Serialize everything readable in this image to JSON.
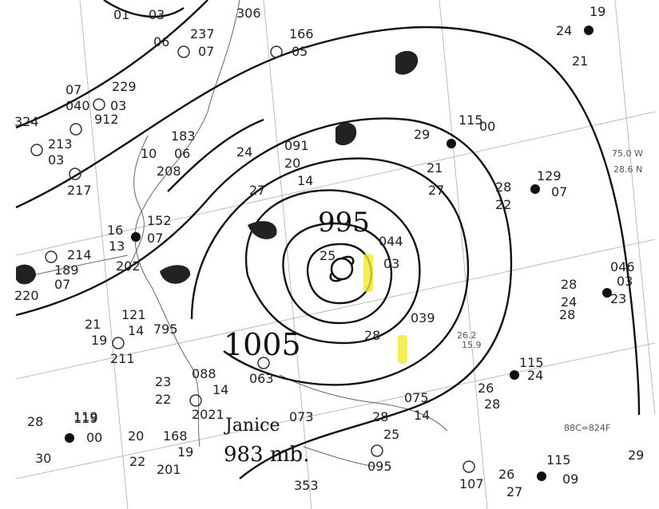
{
  "map": {
    "isobar_labels": [
      "995",
      "1005"
    ],
    "storm": {
      "name": "Janice",
      "pressure": "983 mb."
    },
    "station_numbers": [
      "306",
      "324",
      "912",
      "217",
      "208",
      "214",
      "220",
      "211",
      "795",
      "202",
      "063",
      "073",
      "2021",
      "201",
      "095",
      "107",
      "353",
      "119"
    ],
    "station_plots": [
      {
        "upper": "01",
        "lower": "03"
      },
      {
        "upper": "06",
        "mid": "237",
        "lower": "07"
      },
      {
        "upper": "166",
        "lower": "05"
      },
      {
        "upper": "07",
        "mid": "229",
        "lower": "040",
        "right": "03"
      },
      {
        "upper": "213",
        "lower": "03"
      },
      {
        "upper": "183",
        "lower": "10",
        "right": "06"
      },
      {
        "upper": "24",
        "lower": "091"
      },
      {
        "upper": "20"
      },
      {
        "upper": "27",
        "lower": "14"
      },
      {
        "upper": "16",
        "mid": "152",
        "lower": "13",
        "right": "07"
      },
      {
        "upper": "189",
        "lower": "07"
      },
      {
        "upper": "21",
        "mid": "121",
        "lower": "19",
        "right": "14"
      },
      {
        "upper": "23",
        "mid": "088",
        "lower": "22",
        "right": "14"
      },
      {
        "upper": "28",
        "mid": "119",
        "lower": "30",
        "right": "00"
      },
      {
        "upper": "20",
        "mid": "168",
        "lower": "22",
        "right": "19"
      },
      {
        "upper": "29",
        "lower": "21",
        "right": "27"
      },
      {
        "upper": "115",
        "lower": "00"
      },
      {
        "upper": "28",
        "mid": "129",
        "lower": "22",
        "right": "07"
      },
      {
        "upper": "28",
        "mid": "046",
        "lower": "24",
        "right": "03"
      },
      {
        "upper": "28",
        "lower": "23"
      },
      {
        "upper": "26",
        "mid": "115",
        "lower": "24",
        "right": "28"
      },
      {
        "upper": "28",
        "mid": "075",
        "lower": "25",
        "right": "14"
      },
      {
        "upper": "26",
        "mid": "115",
        "lower": "27",
        "right": "09"
      },
      {
        "upper": "29"
      },
      {
        "upper": "24",
        "mid": "19",
        "lower": "21"
      },
      {
        "upper": "25",
        "mid": "044",
        "lower": "03"
      },
      {
        "upper": "28",
        "mid": "039"
      }
    ],
    "annotations": [
      "75.0 W",
      "28.6 N",
      "26.2",
      "15.9",
      "88C=824F"
    ]
  }
}
